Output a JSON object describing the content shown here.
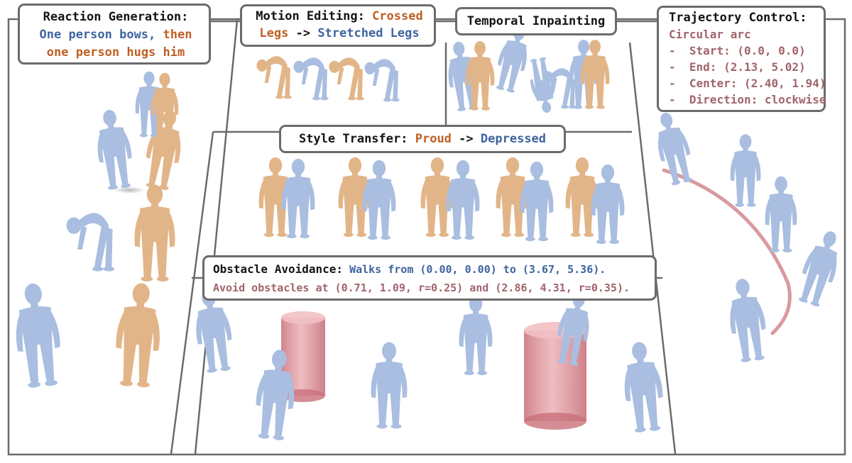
{
  "colors": {
    "person_blue": "#a9bee0",
    "person_orange": "#e2b589",
    "obstacle": "#d98a90",
    "trajectory": "#d89aa0",
    "frame": "#6b6b6b",
    "text_blue": "#3f64a0",
    "text_orange": "#bf5f24",
    "text_mauve": "#a1646b"
  },
  "reaction": {
    "title": "Reaction Generation:",
    "part1": "One person bows,",
    "part2": "then",
    "part3": "one person hugs him"
  },
  "motion": {
    "title": "Motion Editing:",
    "from_a": "Crossed",
    "from_b": "Legs",
    "arrow": "->",
    "to": "Stretched Legs"
  },
  "temporal": {
    "title": "Temporal Inpainting"
  },
  "trajectory": {
    "title": "Trajectory Control:",
    "shape": "Circular arc",
    "items": [
      {
        "bullet": "-",
        "text": "Start: (0.0, 0.0)"
      },
      {
        "bullet": "-",
        "text": "End: (2.13, 5.02)"
      },
      {
        "bullet": "-",
        "text": "Center: (2.40, 1.94)"
      },
      {
        "bullet": "-",
        "text": "Direction: clockwise"
      }
    ]
  },
  "style": {
    "title": "Style Transfer:",
    "from": "Proud",
    "arrow": "->",
    "to": "Depressed"
  },
  "obstacle": {
    "title": "Obstacle Avoidance:",
    "walk": "Walks from (0.00, 0.00) to (3.67, 5.36).",
    "avoid": "Avoid obstacles at (0.71, 1.09, r=0.25) and (2.86, 4.31, r=0.35)."
  }
}
